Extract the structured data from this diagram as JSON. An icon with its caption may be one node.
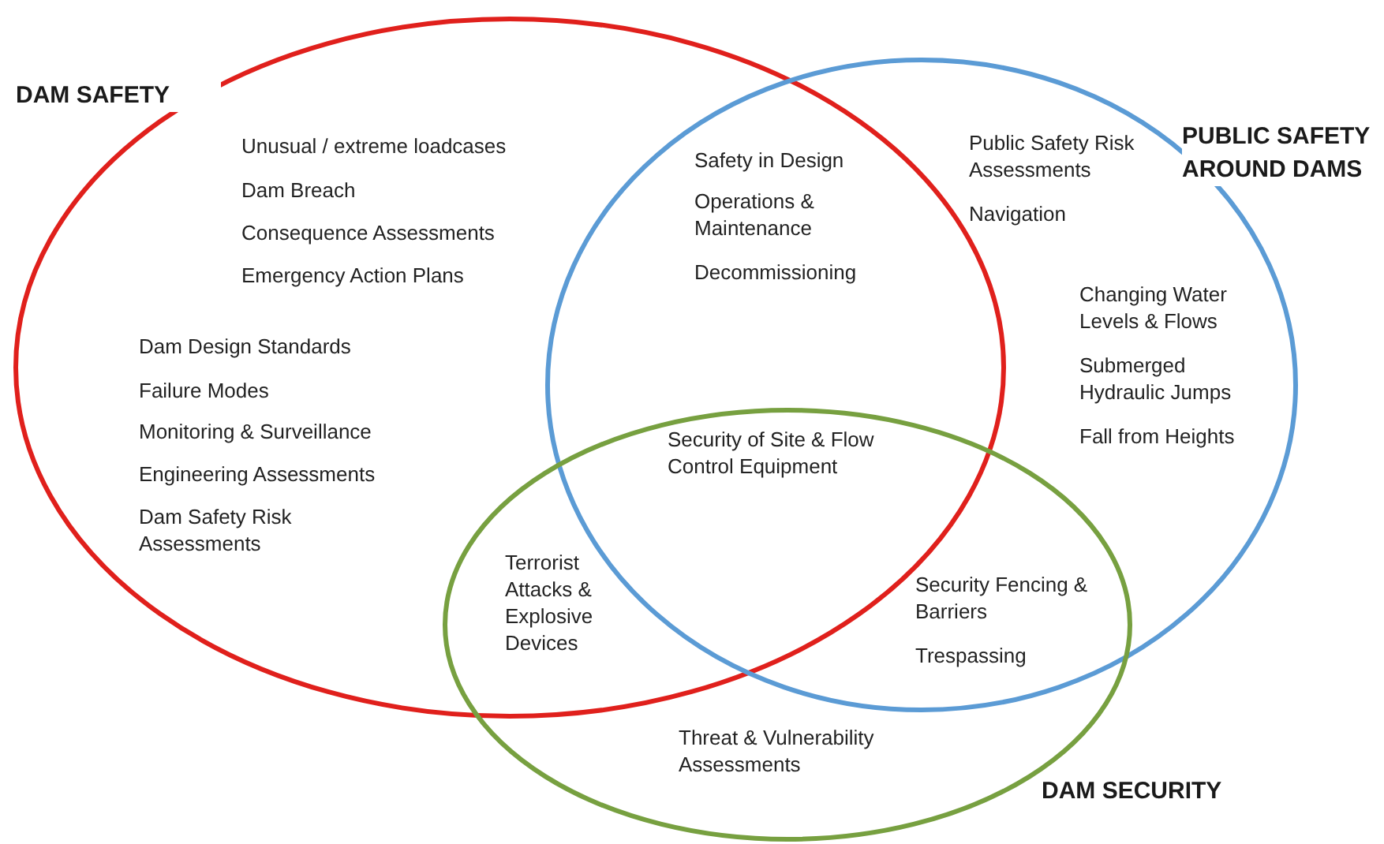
{
  "diagram": {
    "nodes": [
      {
        "text": [
          "DAM SAFETY"
        ]
      },
      {
        "text": [
          "PUBLIC SAFETY AROUND DAMS"
        ]
      },
      {
        "text": [
          "DAM SECURITY"
        ]
      }
    ],
    "labels": [
      "Unusual / extreme loadcases",
      "Dam Breach",
      "Safety in Design",
      "Public Safety Risk Assessments",
      "Operations & Maintenance",
      "Navigation",
      "Consequence Assessments",
      "Emergency Action Plans",
      "Decommissioning",
      "Changing Water Levels & Flows",
      "Dam Design Standards",
      "Failure Modes",
      "Submerged Hydraulic Jumps",
      "Monitoring & Surveillance",
      "Security of Site & Flow Control Equipment",
      "Fall from Heights",
      "Engineering Assessments",
      "Dam Safety Risk Assessments",
      "Terrorist Attacks & Explosive Devices",
      "Security Fencing & Barriers",
      "Trespassing",
      "Threat & Vulnerability Assessments"
    ]
  }
}
